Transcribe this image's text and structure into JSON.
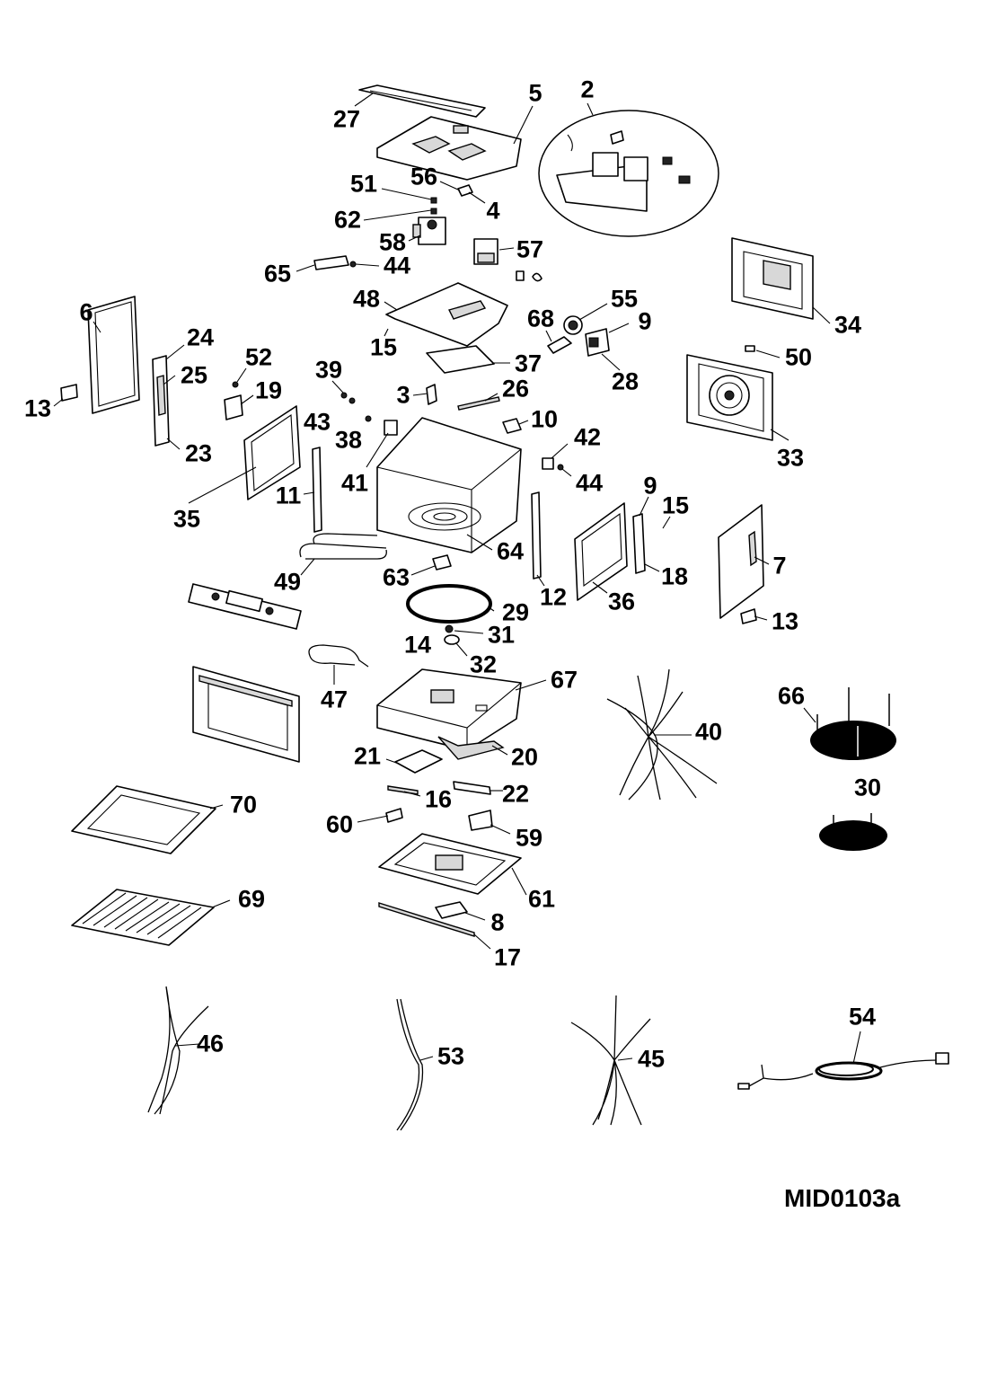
{
  "drawing_code": "MID0103a",
  "callouts": [
    "27",
    "5",
    "2",
    "56",
    "51",
    "4",
    "62",
    "58",
    "57",
    "65",
    "44",
    "6",
    "48",
    "55",
    "68",
    "9",
    "34",
    "24",
    "15",
    "52",
    "39",
    "37",
    "28",
    "50",
    "25",
    "19",
    "3",
    "26",
    "13",
    "43",
    "38",
    "10",
    "42",
    "23",
    "41",
    "44",
    "33",
    "11",
    "35",
    "9",
    "15",
    "64",
    "49",
    "63",
    "12",
    "36",
    "18",
    "7",
    "29",
    "13",
    "14",
    "31",
    "32",
    "67",
    "47",
    "66",
    "40",
    "21",
    "20",
    "22",
    "30",
    "16",
    "70",
    "60",
    "59",
    "61",
    "69",
    "8",
    "17",
    "54",
    "46",
    "53",
    "45"
  ]
}
